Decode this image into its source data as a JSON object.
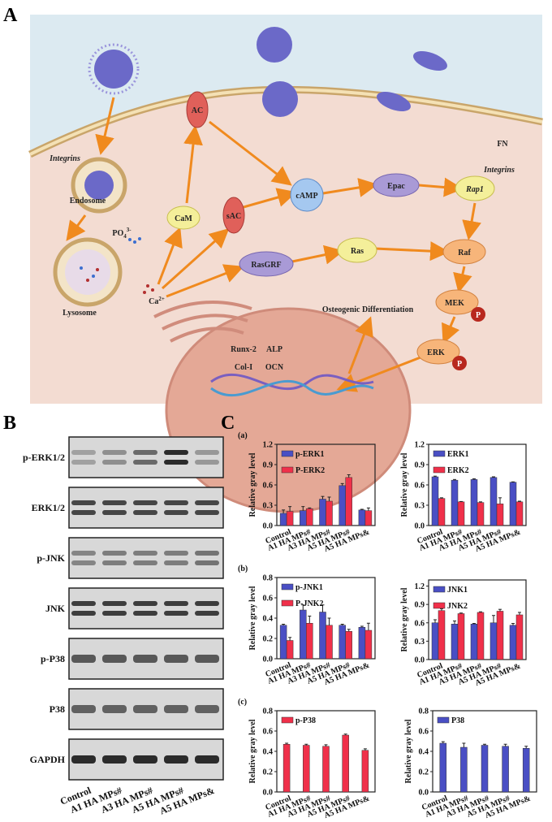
{
  "panels": {
    "a": "A",
    "b": "B",
    "c": "C"
  },
  "diagram": {
    "fn": "FN",
    "integrins_left": "Integrins",
    "integrins_right": "Integrins",
    "endosome": "Endosome",
    "lysosome": "Lysosome",
    "po4": "PO",
    "po4_sub": "4",
    "po4_sup": "3-",
    "ca": "Ca",
    "ca_sup": "2+",
    "ac": "AC",
    "cam": "CaM",
    "sac": "sAC",
    "camp": "cAMP",
    "epac": "Epac",
    "rap1": "Rap1",
    "rasgrf": "RasGRF",
    "ras": "Ras",
    "raf": "Raf",
    "mek": "MEK",
    "erk": "ERK",
    "phospho": "P",
    "osteogenic": "Osteogenic Differentiation",
    "genes": [
      "Runx-2",
      "ALP",
      "Col-I",
      "OCN"
    ]
  },
  "blot": {
    "rows": [
      "p-ERK1/2",
      "ERK1/2",
      "p-JNK",
      "JNK",
      "p-P38",
      "P38",
      "GAPDH"
    ],
    "lanes": [
      "Control",
      "A1 HA MPs#",
      "A3 HA MPs#",
      "A5 HA MPs#",
      "A5 HA MPs&"
    ]
  },
  "colors": {
    "blue": "#4a4fc4",
    "red": "#f0304a"
  },
  "chart_data": [
    {
      "sub": "(a)",
      "type": "bar",
      "ylabel": "Relative gray level",
      "ylim": [
        0,
        1.2
      ],
      "yticks": [
        "0.0",
        "0.3",
        "0.6",
        "0.9",
        "1.2"
      ],
      "categories": [
        "Control",
        "A1 HA MPs#",
        "A3 HA MPs#",
        "A5 HA MPs#",
        "A5 HA MPs&"
      ],
      "series": [
        {
          "name": "p-ERK1",
          "color": "#4a4fc4",
          "values": [
            0.18,
            0.22,
            0.39,
            0.59,
            0.23
          ],
          "errors": [
            0.05,
            0.06,
            0.04,
            0.03,
            0.01
          ]
        },
        {
          "name": "P-ERK2",
          "color": "#f0304a",
          "values": [
            0.21,
            0.25,
            0.36,
            0.71,
            0.22
          ],
          "errors": [
            0.07,
            0.01,
            0.06,
            0.04,
            0.04
          ]
        }
      ]
    },
    {
      "sub": "",
      "type": "bar",
      "ylabel": "Relative gray level",
      "ylim": [
        0,
        1.2
      ],
      "yticks": [
        "0.0",
        "0.3",
        "0.6",
        "0.9",
        "1.2"
      ],
      "categories": [
        "Control",
        "A1 HA MPs#",
        "A3 HA MPs#",
        "A5 HA MPs#",
        "A5 HA MPs&"
      ],
      "series": [
        {
          "name": "ERK1",
          "color": "#4a4fc4",
          "values": [
            0.72,
            0.67,
            0.68,
            0.71,
            0.64
          ],
          "errors": [
            0.01,
            0.01,
            0.01,
            0.01,
            0.005
          ]
        },
        {
          "name": "ERK2",
          "color": "#f0304a",
          "values": [
            0.4,
            0.35,
            0.34,
            0.32,
            0.35
          ],
          "errors": [
            0.01,
            0.005,
            0.01,
            0.09,
            0.01
          ]
        }
      ]
    },
    {
      "sub": "(b)",
      "type": "bar",
      "ylabel": "Relative gray level",
      "ylim": [
        0,
        0.8
      ],
      "yticks": [
        "0.0",
        "0.2",
        "0.4",
        "0.6",
        "0.8"
      ],
      "categories": [
        "Control",
        "A1 HA MPs#",
        "A3 HA MPs#",
        "A5 HA MPs#",
        "A5 HA MPs&"
      ],
      "series": [
        {
          "name": "p-JNK1",
          "color": "#4a4fc4",
          "values": [
            0.33,
            0.48,
            0.46,
            0.33,
            0.31
          ],
          "errors": [
            0.01,
            0.05,
            0.07,
            0.01,
            0.01
          ]
        },
        {
          "name": "P-JNK2",
          "color": "#f0304a",
          "values": [
            0.18,
            0.35,
            0.33,
            0.27,
            0.28
          ],
          "errors": [
            0.03,
            0.07,
            0.07,
            0.02,
            0.07
          ]
        }
      ]
    },
    {
      "sub": "",
      "type": "bar",
      "ylabel": "Relative gray level",
      "ylim": [
        0,
        1.3
      ],
      "yticks": [
        "0.0",
        "0.3",
        "0.6",
        "0.9",
        "1.2"
      ],
      "categories": [
        "Control",
        "A1 HA MPs#",
        "A3 HA MPs#",
        "A5 HA MPs#",
        "A5 HA MPs&"
      ],
      "series": [
        {
          "name": "JNK1",
          "color": "#4a4fc4",
          "values": [
            0.6,
            0.58,
            0.58,
            0.6,
            0.56
          ],
          "errors": [
            0.05,
            0.05,
            0.01,
            0.12,
            0.03
          ]
        },
        {
          "name": "JNK2",
          "color": "#f0304a",
          "values": [
            0.8,
            0.75,
            0.77,
            0.79,
            0.73
          ],
          "errors": [
            0.03,
            0.01,
            0.01,
            0.03,
            0.04
          ]
        }
      ]
    },
    {
      "sub": "(c)",
      "type": "bar",
      "ylabel": "Relative gray level",
      "ylim": [
        0,
        0.8
      ],
      "yticks": [
        "0.0",
        "0.2",
        "0.4",
        "0.6",
        "0.8"
      ],
      "categories": [
        "Control",
        "A1 HA MPs#",
        "A3 HA MPs#",
        "A5 HA MPs#",
        "A5 HA MPs&"
      ],
      "series": [
        {
          "name": "p-P38",
          "color": "#f0304a",
          "values": [
            0.47,
            0.46,
            0.45,
            0.56,
            0.41
          ],
          "errors": [
            0.01,
            0.01,
            0.015,
            0.01,
            0.015
          ]
        }
      ]
    },
    {
      "sub": "",
      "type": "bar",
      "ylabel": "Relative gray level",
      "ylim": [
        0,
        0.8
      ],
      "yticks": [
        "0.0",
        "0.2",
        "0.4",
        "0.6",
        "0.8"
      ],
      "categories": [
        "Control",
        "A1 HA MPs#",
        "A3 HA MPs#",
        "A5 HA MPs#",
        "A5 HA MPs&"
      ],
      "series": [
        {
          "name": "P38",
          "color": "#4a4fc4",
          "values": [
            0.48,
            0.44,
            0.46,
            0.45,
            0.43
          ],
          "errors": [
            0.015,
            0.04,
            0.01,
            0.02,
            0.02
          ]
        }
      ]
    }
  ]
}
